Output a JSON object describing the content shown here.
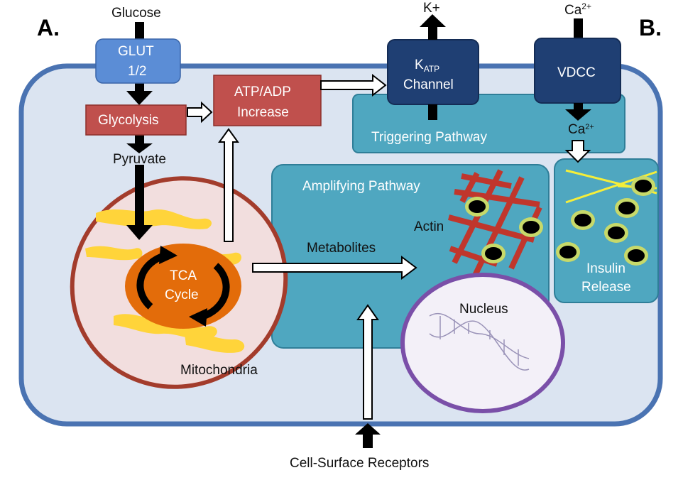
{
  "panel_labels": {
    "a": "A.",
    "b": "B."
  },
  "inputs": {
    "glucose": "Glucose",
    "k_plus": "K+",
    "ca_top": "Ca",
    "ca_top_sup": "2+",
    "cell_surface_receptors": "Cell-Surface Receptors"
  },
  "boxes": {
    "glut_line1": "GLUT",
    "glut_line2": "1/2",
    "glycolysis": "Glycolysis",
    "atp_line1": "ATP/ADP",
    "atp_line2": "Increase",
    "katp_k": "K",
    "katp_sub": "ATP",
    "katp_line2": "Channel",
    "vdcc": "VDCC"
  },
  "pathways": {
    "triggering": "Triggering Pathway",
    "amplifying": "Amplifying Pathway",
    "ca_inner": "Ca",
    "ca_inner_sup": "2+",
    "insulin_line1": "Insulin",
    "insulin_line2": "Release"
  },
  "labels": {
    "pyruvate": "Pyruvate",
    "tca_line1": "TCA",
    "tca_line2": "Cycle",
    "mitochondria": "Mitochondria",
    "metabolites": "Metabolites",
    "actin": "Actin",
    "nucleus": "Nucleus"
  },
  "colors": {
    "cell_fill": "#dbe4f1",
    "cell_border": "#4a73b2",
    "pathway_fill": "#4fa7c0",
    "pathway_border": "#2f7e98",
    "channel_fill": "#1f3f73",
    "red_box": "#c0504d",
    "tca": "#e36c0a",
    "mito_fill": "#f2dede",
    "mito_border": "#a33c2c",
    "actin": "#c0362c",
    "nucleus_border": "#7a4fa8"
  }
}
